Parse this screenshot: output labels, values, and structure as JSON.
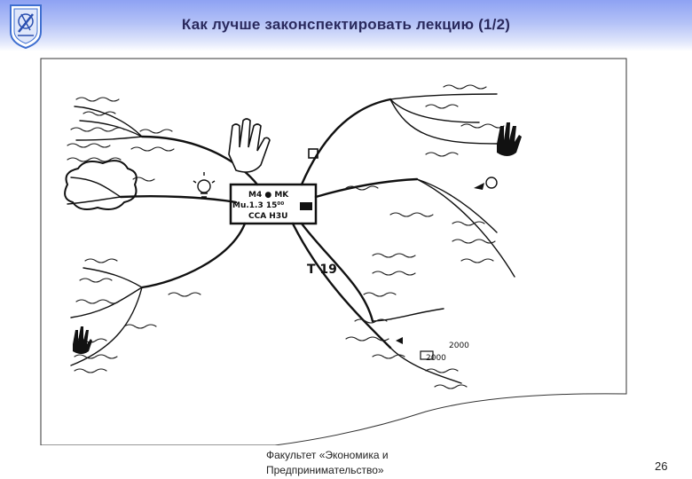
{
  "slide": {
    "title": "Как лучше законспектировать лекцию (1/2)",
    "footer_line1": "Факультет «Экономика и",
    "footer_line2": "Предпринимательство»",
    "page_number": "26"
  },
  "logo": {
    "icon": "university-emblem-icon",
    "color": "#3f6fd0"
  },
  "sketch": {
    "icon": "hand-drawn-mind-map",
    "center_text": [
      "M4 ● MK",
      "Mu.1.3 15⁰⁰",
      "CCA H3U"
    ],
    "side_label": "T 19",
    "note_1": "2000",
    "note_2": "2000"
  },
  "colors": {
    "header_start": "#8ea2f3",
    "title": "#2a2a5e",
    "ink": "#1a1a1a"
  }
}
